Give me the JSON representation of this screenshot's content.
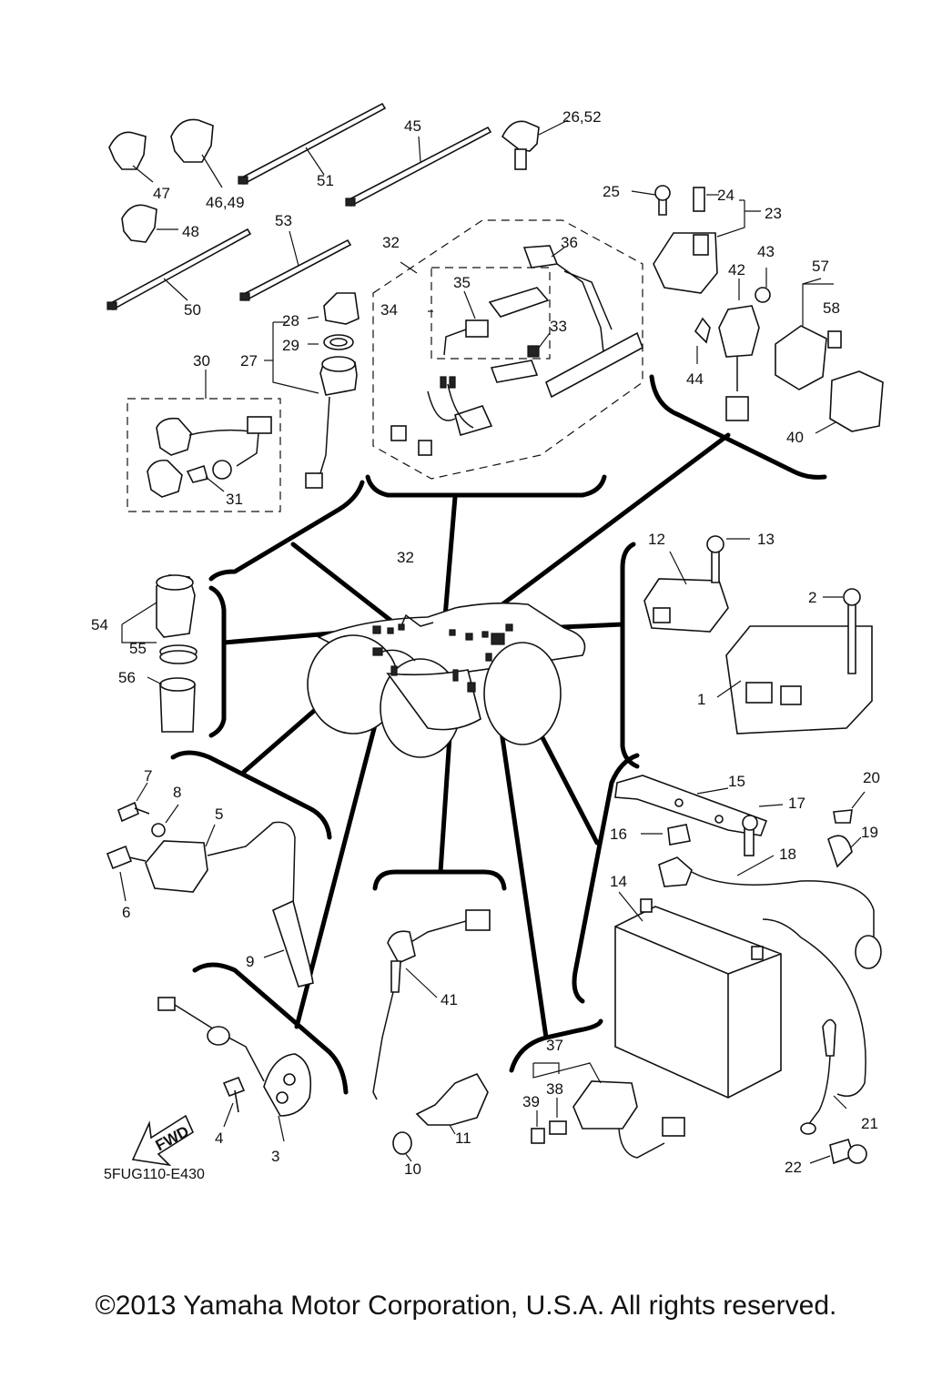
{
  "diagram": {
    "code": "5FUG110-E430",
    "direction_label": "FWD",
    "copyright": "©2013 Yamaha Motor Corporation, U.S.A. All rights reserved."
  },
  "labels": {
    "l1": "1",
    "l2": "2",
    "l3": "3",
    "l4": "4",
    "l5": "5",
    "l6": "6",
    "l7": "7",
    "l8": "8",
    "l9": "9",
    "l10": "10",
    "l11": "11",
    "l12": "12",
    "l13": "13",
    "l14": "14",
    "l15": "15",
    "l16": "16",
    "l17": "17",
    "l18": "18",
    "l19": "19",
    "l20": "20",
    "l21": "21",
    "l22": "22",
    "l23": "23",
    "l24": "24",
    "l25": "25",
    "l26_52": "26,52",
    "l27": "27",
    "l28": "28",
    "l29": "29",
    "l30": "30",
    "l31": "31",
    "l32a": "32",
    "l32b": "32",
    "l33": "33",
    "l34": "34",
    "l35": "35",
    "l36": "36",
    "l37": "37",
    "l38": "38",
    "l39": "39",
    "l40": "40",
    "l41": "41",
    "l42": "42",
    "l43": "43",
    "l44": "44",
    "l45": "45",
    "l46_49": "46,49",
    "l47": "47",
    "l48": "48",
    "l50": "50",
    "l51": "51",
    "l53": "53",
    "l54": "54",
    "l55": "55",
    "l56": "56",
    "l57": "57",
    "l58": "58"
  }
}
